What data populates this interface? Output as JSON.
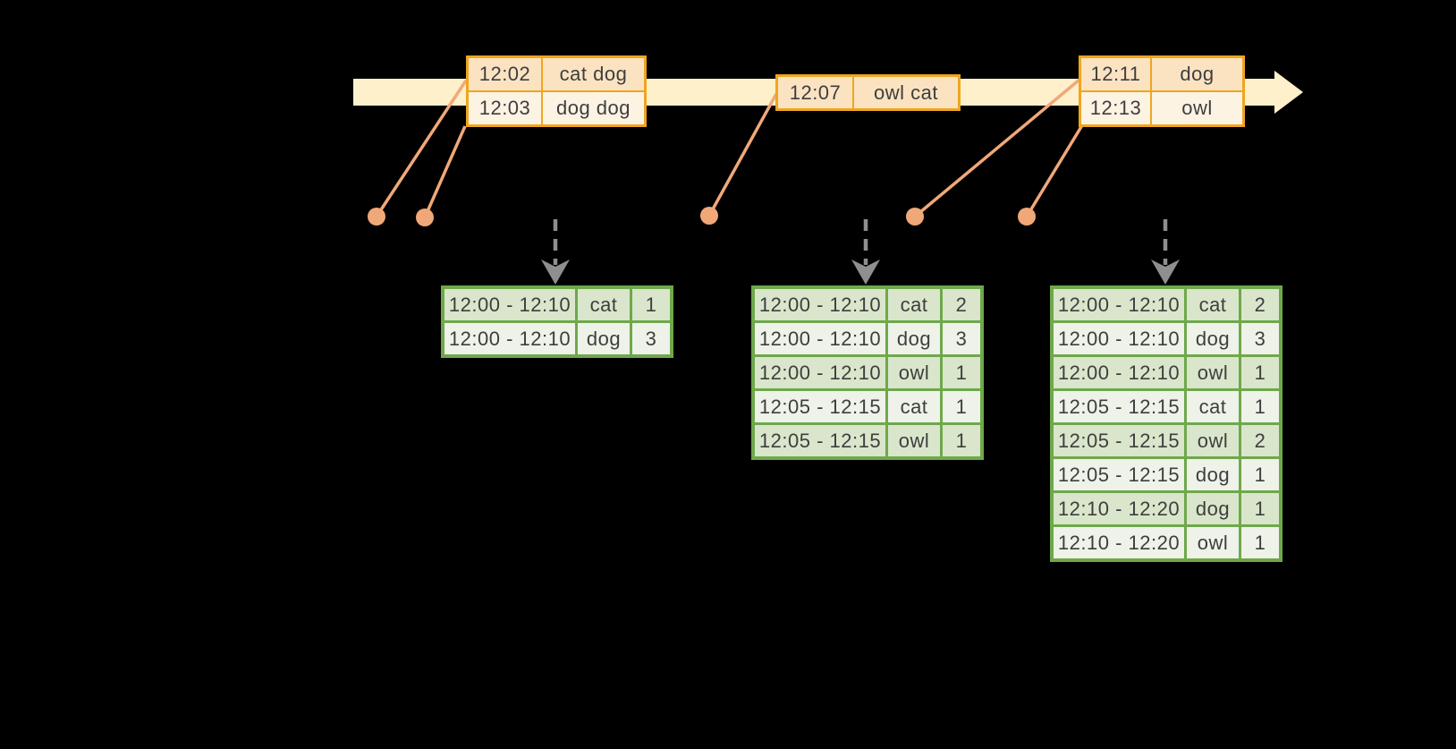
{
  "colors": {
    "background": "#000000",
    "timeline_band": "#fdf0ca",
    "event_border": "#efa51f",
    "event_row_peach": "#fbe3c2",
    "event_row_cream": "#fdf3e3",
    "connector_salmon": "#f1a878",
    "table_border_green": "#6ea84b",
    "table_row_dark": "#d9e6cb",
    "table_row_light": "#eef2e8",
    "text": "#3e3e3e",
    "dashed_arrow_gray": "#8f8f8f"
  },
  "events": [
    {
      "rows": [
        {
          "time": "12:02",
          "words": "cat dog"
        },
        {
          "time": "12:03",
          "words": "dog dog"
        }
      ]
    },
    {
      "rows": [
        {
          "time": "12:07",
          "words": "owl cat"
        }
      ]
    },
    {
      "rows": [
        {
          "time": "12:11",
          "words": "dog"
        },
        {
          "time": "12:13",
          "words": "owl"
        }
      ]
    }
  ],
  "tables": [
    {
      "rows": [
        [
          "12:00 - 12:10",
          "cat",
          "1"
        ],
        [
          "12:00 - 12:10",
          "dog",
          "3"
        ]
      ]
    },
    {
      "rows": [
        [
          "12:00 - 12:10",
          "cat",
          "2"
        ],
        [
          "12:00 - 12:10",
          "dog",
          "3"
        ],
        [
          "12:00 - 12:10",
          "owl",
          "1"
        ],
        [
          "12:05 - 12:15",
          "cat",
          "1"
        ],
        [
          "12:05 - 12:15",
          "owl",
          "1"
        ]
      ]
    },
    {
      "rows": [
        [
          "12:00 - 12:10",
          "cat",
          "2"
        ],
        [
          "12:00 - 12:10",
          "dog",
          "3"
        ],
        [
          "12:00 - 12:10",
          "owl",
          "1"
        ],
        [
          "12:05 - 12:15",
          "cat",
          "1"
        ],
        [
          "12:05 - 12:15",
          "owl",
          "2"
        ],
        [
          "12:05 - 12:15",
          "dog",
          "1"
        ],
        [
          "12:10 - 12:20",
          "dog",
          "1"
        ],
        [
          "12:10 - 12:20",
          "owl",
          "1"
        ]
      ]
    }
  ]
}
